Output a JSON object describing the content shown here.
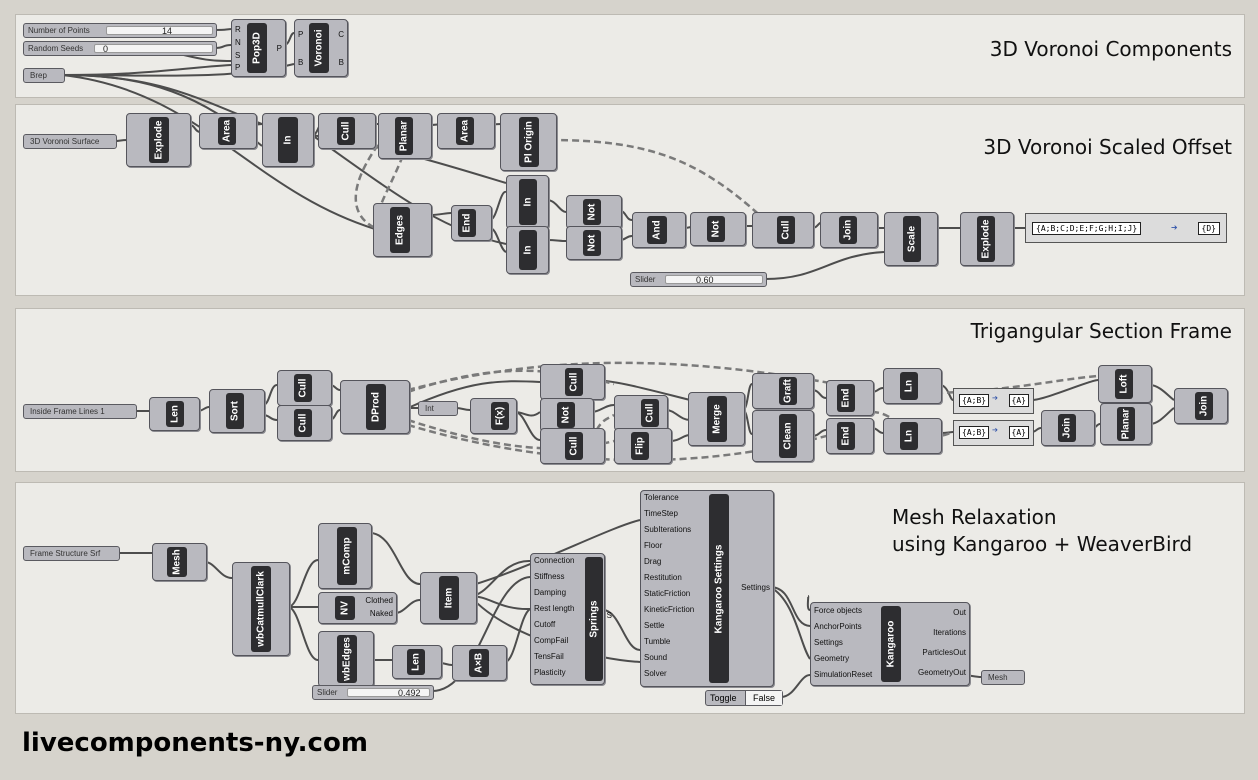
{
  "groups": {
    "g1": "3D Voronoi Components",
    "g2": "3D Voronoi Scaled Offset",
    "g3": "Trigangular Section Frame",
    "g4_line1": "Mesh Relaxation",
    "g4_line2": "using Kangaroo + WeaverBird"
  },
  "params": {
    "num_points_label": "Number of Points",
    "num_points_value": "14",
    "random_seeds_label": "Random Seeds",
    "random_seeds_value": "0",
    "brep": "Brep",
    "voronoi_surface": "3D Voronoi Surface",
    "offset_slider_label": "Slider",
    "offset_slider_value": "0.60",
    "inside_frame_lines": "Inside Frame Lines 1",
    "int": "Int",
    "frame_structure_srf": "Frame Structure Srf",
    "mesh_slider_label": "Slider",
    "mesh_slider_value": "0.492",
    "toggle_label": "Toggle",
    "toggle_value": "False",
    "mesh_out": "Mesh"
  },
  "panels": {
    "p1_left": "{A;B;C;D;E;F;G;H;I;J}",
    "p1_right": "{D}",
    "p2_left": "{A;B}",
    "p2_right": "{A}",
    "p3_left": "{A;B}",
    "p3_right": "{A}"
  },
  "components": {
    "pop3d": "Pop3D",
    "voronoi": "Voronoi",
    "explode": "Explode",
    "area": "Area",
    "in": "In",
    "cull": "Cull",
    "planar": "Planar",
    "pl_origin": "Pl Origin",
    "edges": "Edges",
    "end": "End",
    "not": "Not",
    "and": "And",
    "join": "Join",
    "scale": "Scale",
    "len": "Len",
    "sort": "Sort",
    "dprod": "DProd",
    "fx": "F(x)",
    "flip": "Flip",
    "merge": "Merge",
    "graft": "Graft",
    "clean": "Clean",
    "ln": "Ln",
    "loft": "Loft",
    "mesh": "Mesh",
    "wbcatmull": "wbCatmullClark",
    "mcomp": "mComp",
    "nv": "NV",
    "wbedges": "wbEdges",
    "item": "Item",
    "axb": "A×B",
    "springs": "Springs",
    "kangaroo_settings": "Kangaroo Settings",
    "kangaroo": "Kangaroo"
  },
  "pins": {
    "pop3d_in": [
      "R",
      "N",
      "S",
      "P"
    ],
    "pop3d_out": [
      "P"
    ],
    "voronoi_in": [
      "P",
      "B"
    ],
    "voronoi_out": [
      "C",
      "B"
    ],
    "kset_in": [
      "Tolerance",
      "TimeStep",
      "SubIterations",
      "Floor",
      "Drag",
      "Restitution",
      "StaticFriction",
      "KineticFriction",
      "Settle",
      "Tumble",
      "Sound",
      "Solver"
    ],
    "kset_out": "Settings",
    "springs_in": [
      "Connection",
      "Stiffness",
      "Damping",
      "Rest length",
      "Cutoff",
      "CompFail",
      "TensFail",
      "Plasticity"
    ],
    "springs_out": "S",
    "kang_in": [
      "Force objects",
      "AnchorPoints",
      "Settings",
      "Geometry",
      "SimulationReset"
    ],
    "kang_out": [
      "Out",
      "Iterations",
      "ParticlesOut",
      "GeometryOut"
    ],
    "nv_out": [
      "Clothed",
      "Naked"
    ]
  },
  "footer": "livecomponents-ny.com"
}
